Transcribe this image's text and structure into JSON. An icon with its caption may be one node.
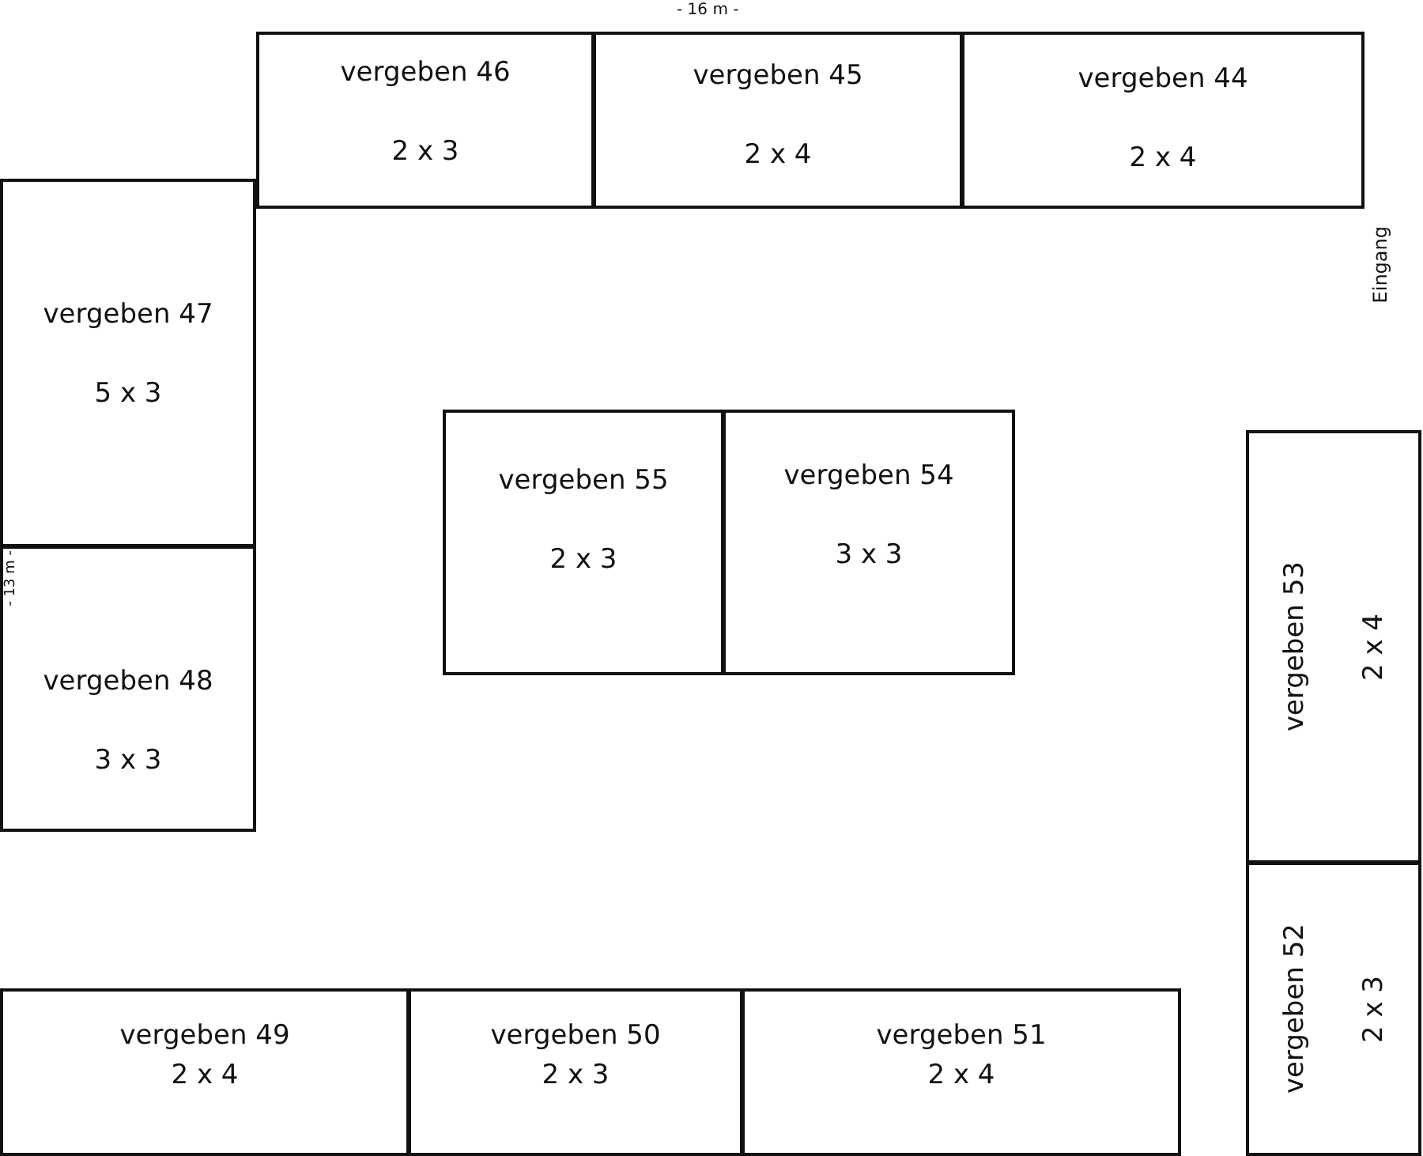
{
  "diagram": {
    "nodes": [
      {
        "text": [
          "vergeben 46",
          "2 x 3"
        ]
      },
      {
        "text": [
          "vergeben 45",
          "2 x 4"
        ]
      },
      {
        "text": [
          "vergeben 44",
          "2 x 4"
        ]
      },
      {
        "text": [
          "vergeben 47",
          "5 x 3"
        ]
      },
      {
        "text": [
          "vergeben 55",
          "2 x 3"
        ]
      },
      {
        "text": [
          "vergeben 54",
          "3 x 3"
        ]
      },
      {
        "text": [
          "vergeben 53",
          "2 x 4"
        ]
      },
      {
        "text": [
          "vergeben 48",
          "3 x 3"
        ]
      },
      {
        "text": [
          "vergeben 52",
          "2 x 3"
        ]
      },
      {
        "text": [
          "vergeben 49",
          "2 x 4"
        ]
      },
      {
        "text": [
          "vergeben 50",
          "2 x 3"
        ]
      },
      {
        "text": [
          "vergeben 51",
          "2 x 4"
        ]
      }
    ],
    "labels": [
      "- 16 m -",
      "Eingang",
      "- 13 m -"
    ]
  }
}
